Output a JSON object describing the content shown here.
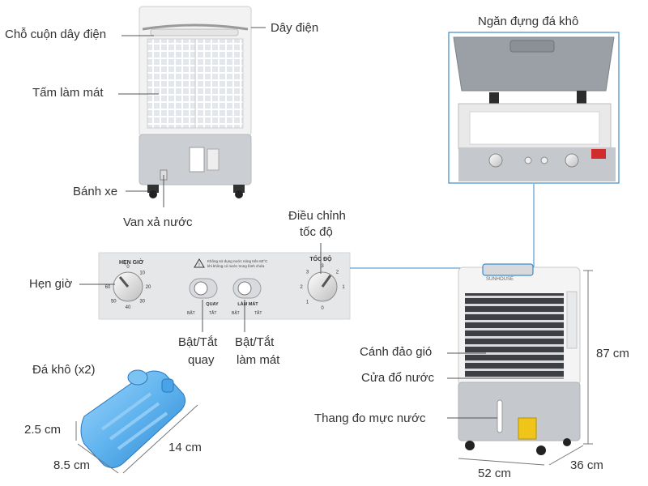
{
  "labels": {
    "cable_reel": "Chỗ cuộn dây điện",
    "power_cord": "Dây điện",
    "cooling_pad": "Tấm làm mát",
    "wheels": "Bánh xe",
    "drain_valve": "Van xả nước",
    "ice_compartment": "Ngăn đựng đá khô",
    "speed_control_line1": "Điều chỉnh",
    "speed_control_line2": "tốc độ",
    "timer": "Hẹn giờ",
    "swing_line1": "Bật/Tắt",
    "swing_line2": "quay",
    "cool_line1": "Bật/Tắt",
    "cool_line2": "làm mát",
    "ice_packs": "Đá khô (x2)",
    "louvers": "Cánh đảo gió",
    "water_inlet": "Cửa đổ nước",
    "water_gauge": "Thang đo mực nước"
  },
  "dimensions": {
    "ice_thickness": "2.5 cm",
    "ice_width": "8.5 cm",
    "ice_length": "14 cm",
    "height": "87 cm",
    "width": "52 cm",
    "depth": "36 cm"
  },
  "panel": {
    "timer_title": "HẸN GIỜ",
    "speed_title": "TỐC ĐỘ",
    "swing_label": "QUAY",
    "cool_label": "LÀM MÁT",
    "on_label": "BẬT",
    "off_label": "TẮT",
    "warning_line1": "Không sử dụng nước nóng trên 60°C",
    "warning_line2": "khi không có nước trong bình chứa",
    "timer_ticks": [
      "0",
      "10",
      "20",
      "30",
      "40",
      "50",
      "60"
    ],
    "speed_ticks": [
      "0",
      "1",
      "2",
      "3",
      "3",
      "2",
      "1"
    ]
  },
  "brand": "SUNHOUSE",
  "colors": {
    "body_white": "#f4f4f4",
    "base_gray": "#c9cdd2",
    "pointer_line": "#555555",
    "ice_blue": "#5fb3ee"
  }
}
